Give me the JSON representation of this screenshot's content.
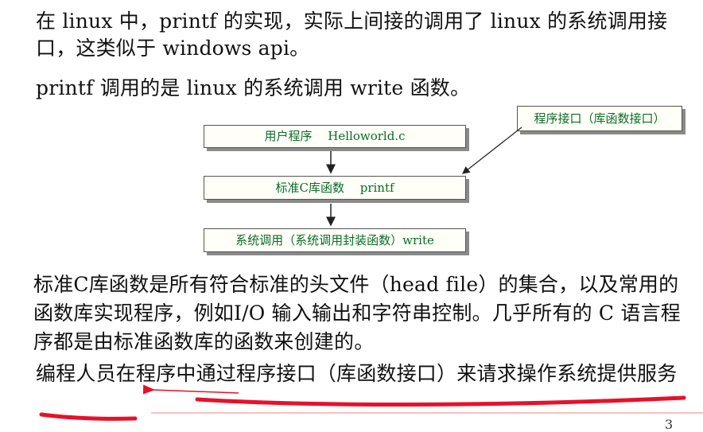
{
  "paragraphs": {
    "intro": "在 linux 中，printf 的实现，实际上间接的调用了 linux 的系统调用接口，这类似于 windows api。",
    "write_call": "printf 调用的是 linux 的系统调用 write 函数。",
    "stdlib": "标准C库函数是所有符合标准的头文件（head file）的集合，以及常用的函数库实现程序，例如I/O 输入输出和字符串控制。几乎所有的 C 语言程序都是由标准函数库的函数来创建的。",
    "programmer": "编程人员在程序中通过程序接口（库函数接口）来请求操作系统提供服务"
  },
  "diagram": {
    "user_program": "用户程序　 Helloworld.c",
    "std_c_lib": "标准C库函数　 printf",
    "syscall": "系统调用（系统调用封装函数）write",
    "callout": "程序接口（库函数接口）"
  },
  "page_number": "3",
  "colors": {
    "box_text": "#0a6b2a",
    "annotation": "#e8102a"
  }
}
